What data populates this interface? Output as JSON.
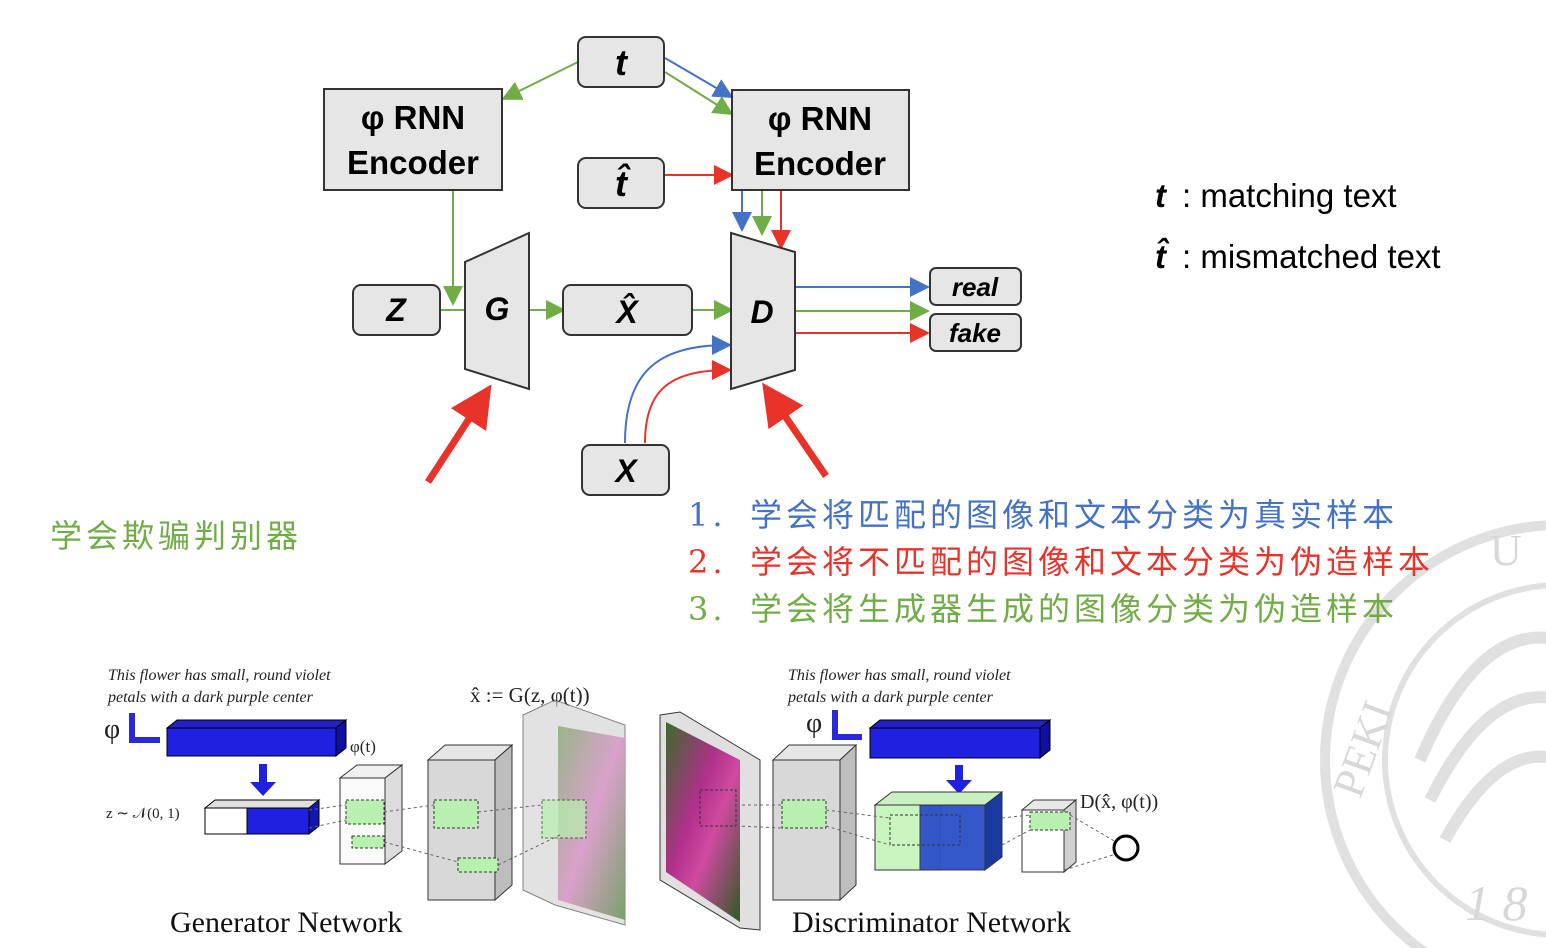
{
  "top_diagram": {
    "nodes": {
      "t_top": "t",
      "t_hat": "t̂",
      "rnn_left_line1": "φ RNN",
      "rnn_left_line2": "Encoder",
      "rnn_right_line1": "φ RNN",
      "rnn_right_line2": "Encoder",
      "z": "Z",
      "generator": "G",
      "x_hat": "X̂",
      "discriminator": "D",
      "x": "X",
      "real": "real",
      "fake": "fake"
    },
    "legend": [
      {
        "symbol": "t",
        "text": ": matching text"
      },
      {
        "symbol": "t̂",
        "text": ": mismatched text"
      }
    ],
    "left_caption": "学会欺骗判别器",
    "right_list": [
      {
        "num": "1.",
        "text": "学会将匹配的图像和文本分类为真实样本",
        "color": "#4472c4"
      },
      {
        "num": "2.",
        "text": "学会将不匹配的图像和文本分类为伪造样本",
        "color": "#e8332a"
      },
      {
        "num": "3.",
        "text": "学会将生成器生成的图像分类为伪造样本",
        "color": "#70ad47"
      }
    ],
    "colors": {
      "blue": "#4472c4",
      "green": "#70ad47",
      "red": "#e8332a",
      "caption_green": "#70ad47"
    }
  },
  "bottom_diagram": {
    "gen_caption_line1": "This flower has small, round violet",
    "gen_caption_line2": "petals with a dark purple center",
    "dis_caption_line1": "This flower has small, round violet",
    "dis_caption_line2": "petals with a dark purple center",
    "phi_symbol": "φ",
    "phi_t": "φ(t)",
    "z_dist": "z ∼ 𝒩(0, 1)",
    "x_hat_eq": "x̂ := G(z, φ(t))",
    "d_out": "D(x̂, φ(t))",
    "generator_label": "Generator Network",
    "discriminator_label": "Discriminator Network"
  },
  "watermark": {
    "text_left": "PEKI",
    "text_right": "U",
    "year": "18"
  }
}
